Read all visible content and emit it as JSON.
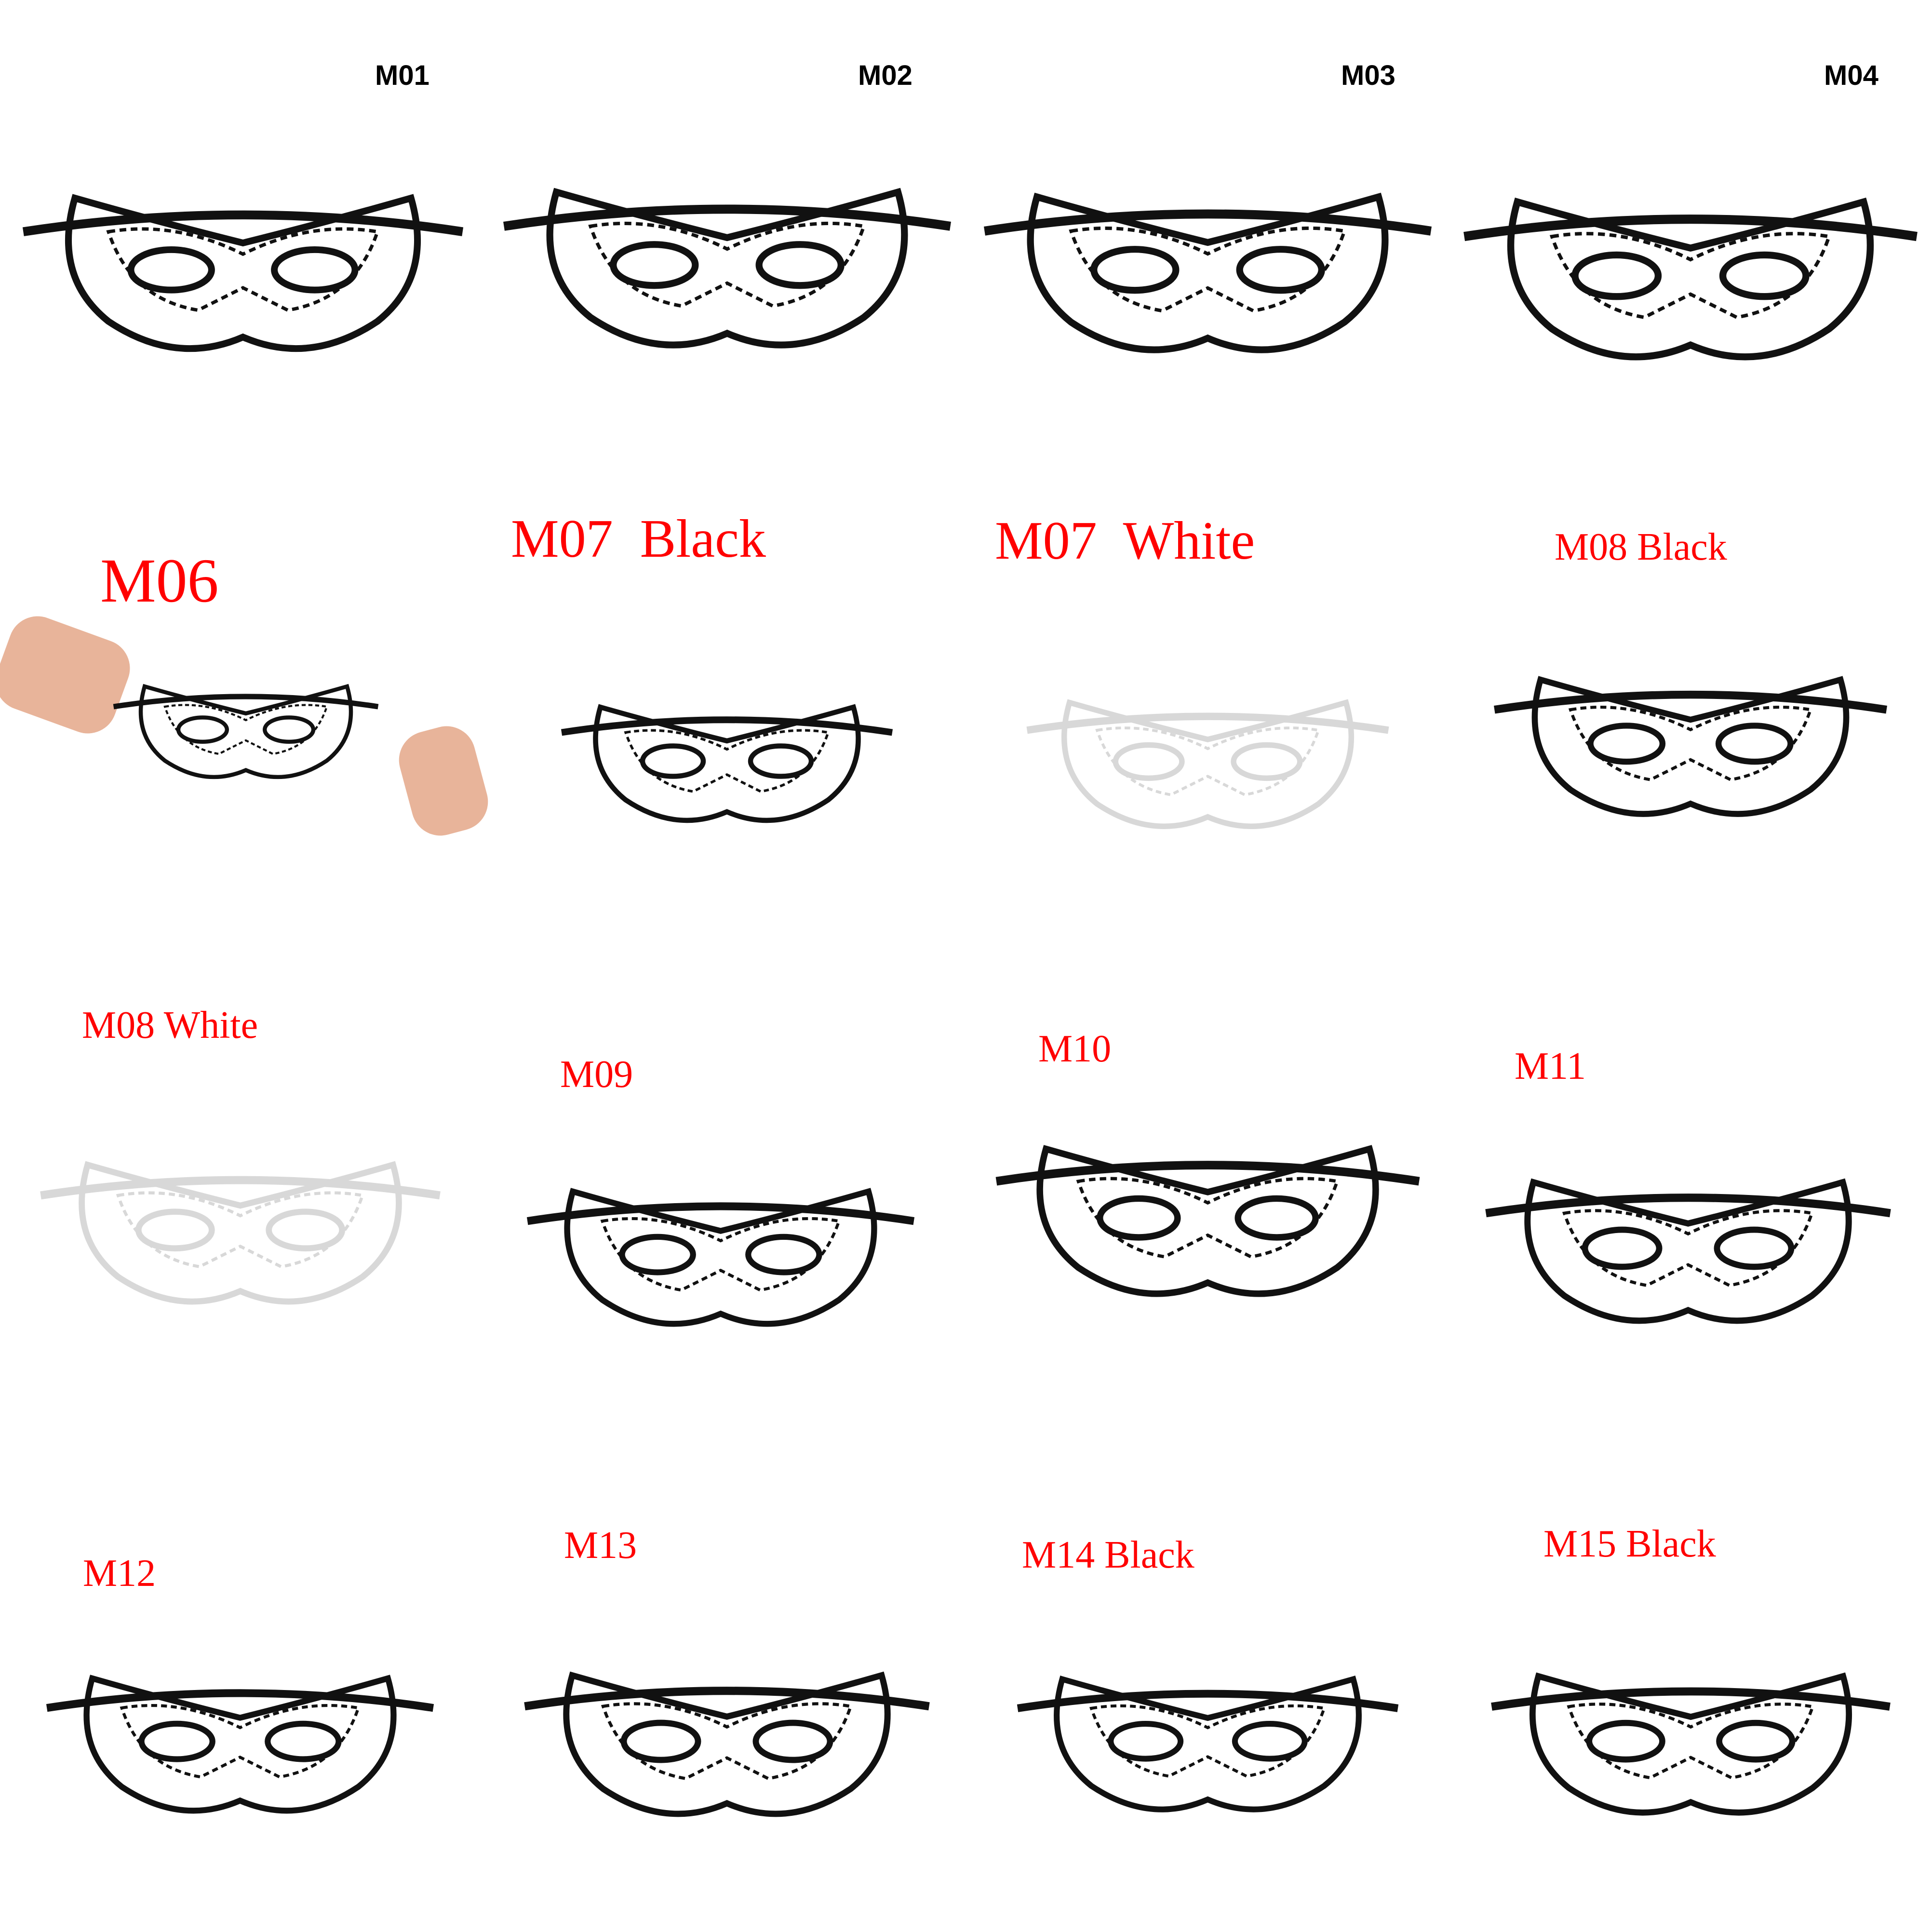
{
  "catalog": {
    "items": [
      {
        "label": "M01",
        "mask_color": "#111111"
      },
      {
        "label": "M02",
        "mask_color": "#111111"
      },
      {
        "label": "M03",
        "mask_color": "#111111"
      },
      {
        "label": "M04",
        "mask_color": "#111111"
      },
      {
        "label": "M06",
        "mask_color": "#111111"
      },
      {
        "label": "M07  Black",
        "mask_color": "#111111"
      },
      {
        "label": "M07  White",
        "mask_color": "#d8d8d8"
      },
      {
        "label": "M08 Black",
        "mask_color": "#111111"
      },
      {
        "label": "M08 White",
        "mask_color": "#d8d8d8"
      },
      {
        "label": "M09",
        "mask_color": "#111111"
      },
      {
        "label": "M10",
        "mask_color": "#111111"
      },
      {
        "label": "M11",
        "mask_color": "#111111"
      },
      {
        "label": "M12",
        "mask_color": "#111111"
      },
      {
        "label": "M13",
        "mask_color": "#111111"
      },
      {
        "label": "M14 Black",
        "mask_color": "#111111"
      },
      {
        "label": "M15 Black",
        "mask_color": "#111111"
      }
    ],
    "label_color": "#ff0000"
  }
}
